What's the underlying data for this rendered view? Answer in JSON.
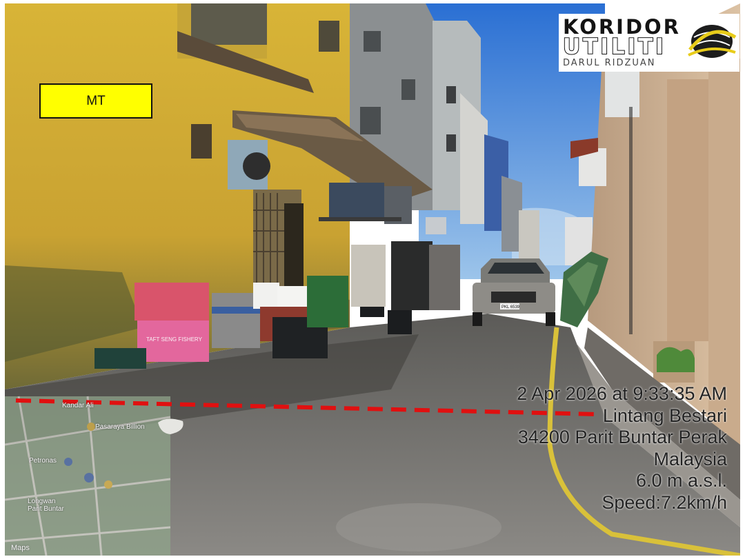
{
  "label_box": {
    "text": "MT",
    "color": "#ffff00"
  },
  "logo": {
    "line1": "KORIDOR",
    "line2": "UTILITI",
    "line3": "DARUL RIDZUAN",
    "emblem": "globe-ring-emblem-icon",
    "accent_color": "#e8cc1a"
  },
  "stamp": {
    "datetime": "2 Apr 2026 at 9:33:35 AM",
    "street": "Lintang Bestari",
    "city": "34200 Parit Buntar Perak",
    "country": "Malaysia",
    "altitude": "6.0 m a.s.l.",
    "speed": "Speed:7.2km/h"
  },
  "map_inset": {
    "places": [
      "Kandar Ali",
      "Pasaraya Billion",
      "Petronas",
      "Longwan",
      "Parit Buntar"
    ],
    "credit": "Maps"
  },
  "plate": {
    "text": "PKL 6539"
  },
  "crate": {
    "text": "TAFT SENG FISHERY"
  },
  "route_line": {
    "color": "#e01010",
    "style": "dashed"
  }
}
